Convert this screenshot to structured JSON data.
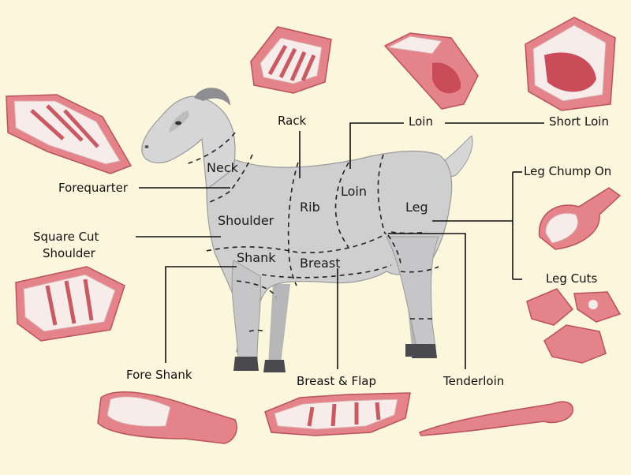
{
  "regions": {
    "neck": "Neck",
    "rib": "Rib",
    "loin": "Loin",
    "leg": "Leg",
    "shoulder": "Shoulder",
    "shank": "Shank",
    "breast": "Breast"
  },
  "callouts": {
    "rack": "Rack",
    "loin": "Loin",
    "short_loin": "Short Loin",
    "forequarter": "Forequarter",
    "leg_chump_on": "Leg Chump On",
    "square_cut_shoulder_line1": "Square Cut",
    "square_cut_shoulder_line2": "Shoulder",
    "leg_cuts": "Leg Cuts",
    "fore_shank": "Fore Shank",
    "breast_and_flap": "Breast & Flap",
    "tenderloin": "Tenderloin"
  },
  "colors": {
    "background": "#fbf6dc",
    "body": "#cfcfd0",
    "meat": "#e5838b",
    "fat": "#f7ecea"
  }
}
